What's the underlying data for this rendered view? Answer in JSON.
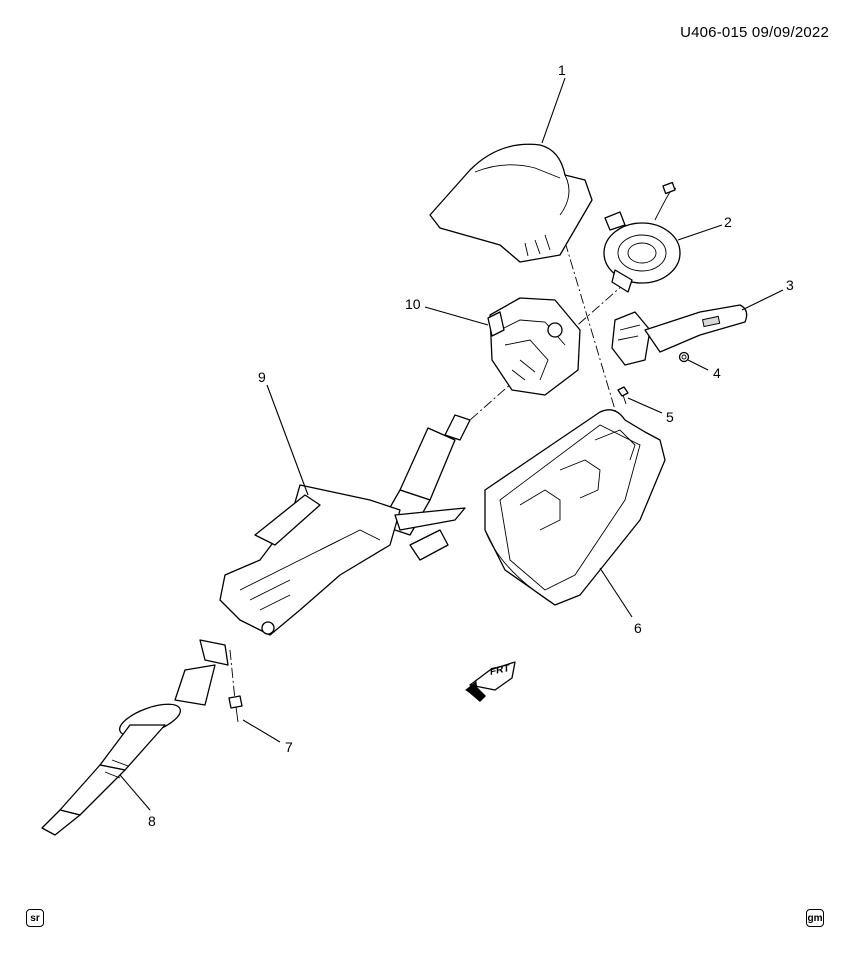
{
  "header": {
    "document_code": "U406-015  09/09/2022"
  },
  "callouts": [
    {
      "id": "1",
      "label": "1"
    },
    {
      "id": "2",
      "label": "2"
    },
    {
      "id": "3",
      "label": "3"
    },
    {
      "id": "4",
      "label": "4"
    },
    {
      "id": "5",
      "label": "5"
    },
    {
      "id": "6",
      "label": "6"
    },
    {
      "id": "7",
      "label": "7"
    },
    {
      "id": "8",
      "label": "8"
    },
    {
      "id": "9",
      "label": "9"
    },
    {
      "id": "10",
      "label": "10"
    }
  ],
  "direction_indicator": {
    "label": "FRT"
  },
  "footer": {
    "left_badge": "sr",
    "right_badge": "gm"
  },
  "icons": {
    "direction": "forward-arrow-icon",
    "left_logo": "sr-logo-icon",
    "right_logo": "gm-logo-icon"
  }
}
